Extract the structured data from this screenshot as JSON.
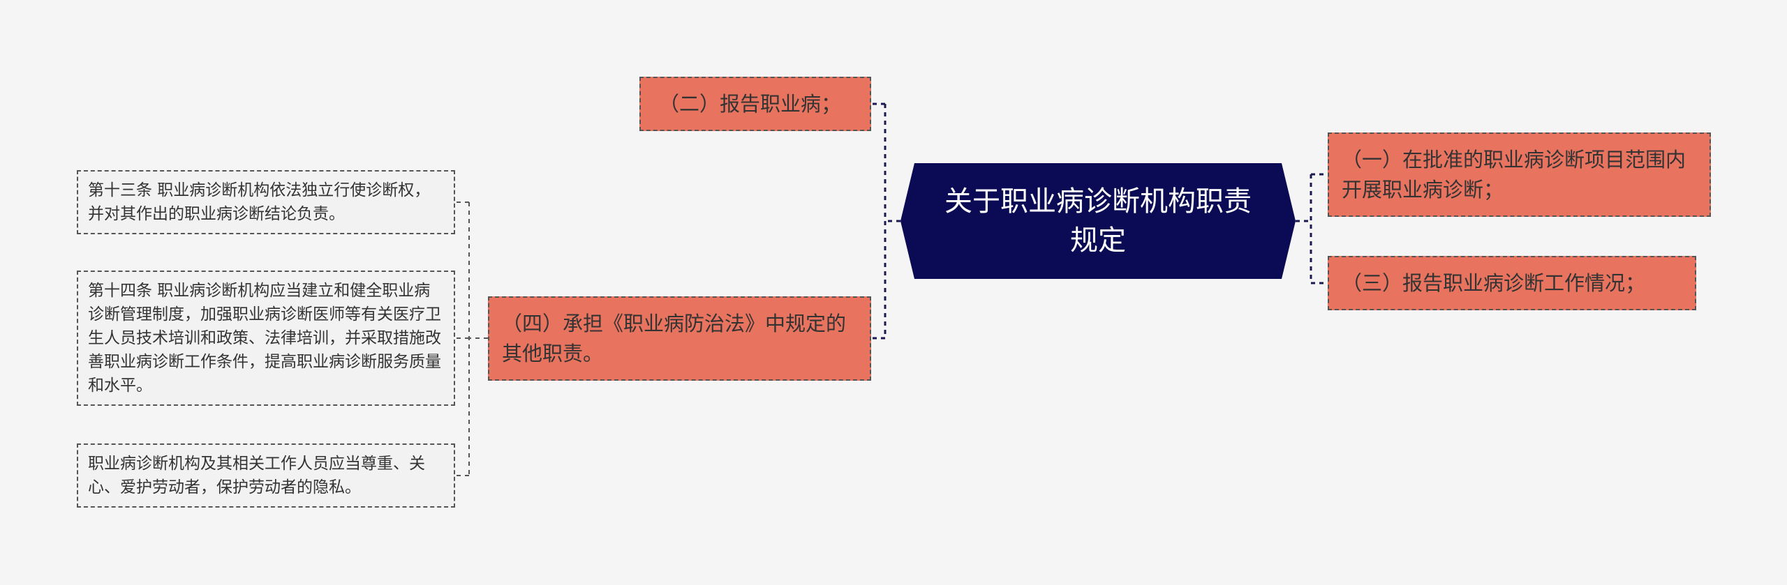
{
  "root": {
    "title": "关于职业病诊断机构职责规定",
    "color": "#0b0b55"
  },
  "branches": {
    "b1": "（一）在批准的职业病诊断项目范围内开展职业病诊断；",
    "b2": "（二）报告职业病；",
    "b3": "（三）报告职业病诊断工作情况；",
    "b4": "（四）承担《职业病防治法》中规定的其他职责。"
  },
  "leaves": {
    "l1": "第十三条 职业病诊断机构依法独立行使诊断权，并对其作出的职业病诊断结论负责。",
    "l2": "第十四条 职业病诊断机构应当建立和健全职业病诊断管理制度，加强职业病诊断医师等有关医疗卫生人员技术培训和政策、法律培训，并采取措施改善职业病诊断工作条件，提高职业病诊断服务质量和水平。",
    "l3": "职业病诊断机构及其相关工作人员应当尊重、关心、爱护劳动者，保护劳动者的隐私。"
  },
  "colors": {
    "branch_fill": "#e8735e",
    "leaf_fill": "#f2f2f2",
    "link": "#1a1a4e",
    "border": "#555555"
  }
}
